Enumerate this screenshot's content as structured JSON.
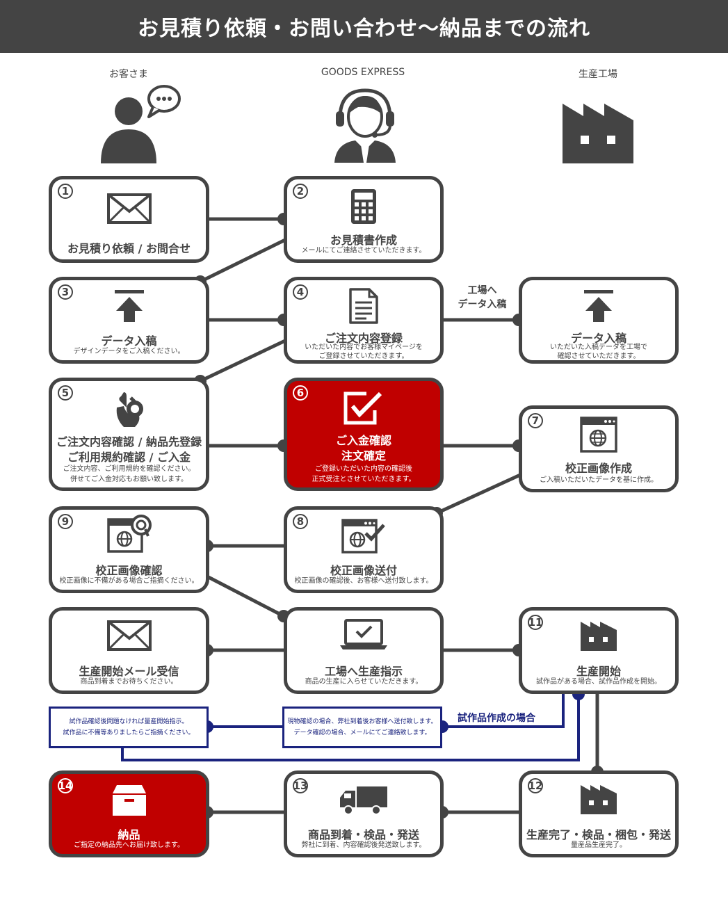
{
  "header": {
    "title": "お見積り依頼・お問い合わせ〜納品までの流れ"
  },
  "columns": {
    "customer": "お客さま",
    "company": "GOODS EXPRESS",
    "factory": "生産工場"
  },
  "steps": {
    "s1": {
      "num": "1",
      "title": "お見積り依頼 / お問合せ",
      "icon": "envelope-icon"
    },
    "s2": {
      "num": "2",
      "title": "お見積書作成",
      "sub": "メールにてご連絡させていただきます。",
      "icon": "calculator-icon"
    },
    "s3": {
      "num": "3",
      "title": "データ入稿",
      "sub": "デザインデータをご入稿ください。",
      "icon": "upload-icon"
    },
    "s4": {
      "num": "4",
      "title": "ご注文内容登録",
      "sub1": "いただいた内容でお客様マイページを",
      "sub2": "ご登録させていただきます。",
      "icon": "document-icon"
    },
    "s4b": {
      "title": "データ入稿",
      "sub1": "いただいた入稿データを工場で",
      "sub2": "確認させていただきます。",
      "icon": "upload-icon"
    },
    "s5": {
      "num": "5",
      "title1": "ご注文内容確認 / 納品先登録",
      "title2": "ご利用規約確認 / ご入金",
      "sub1": "ご注文内容、ご利用規約を確認ください。",
      "sub2": "併せてご入金対応もお願い致します。",
      "icon": "ok-hand-icon"
    },
    "s6": {
      "num": "6",
      "title1": "ご入金確認",
      "title2": "注文確定",
      "sub1": "ご登録いただいた内容の確認後",
      "sub2": "正式受注とさせていただきます。",
      "icon": "checkbox-icon"
    },
    "s7": {
      "num": "7",
      "title": "校正画像作成",
      "sub": "ご入稿いただいたデータを基に作成。",
      "icon": "web-globe-icon"
    },
    "s8": {
      "num": "8",
      "title": "校正画像送付",
      "sub": "校正画像の確認後、お客様へ送付致します。",
      "icon": "web-globe-check-icon"
    },
    "s9": {
      "num": "9",
      "title": "校正画像確認",
      "sub": "校正画像に不備がある場合ご指摘ください。",
      "icon": "web-globe-search-icon"
    },
    "s10a": {
      "title": "生産開始メール受信",
      "sub": "商品到着までお待ちください。",
      "icon": "envelope-icon"
    },
    "s10b": {
      "title": "工場へ生産指示",
      "sub": "商品の生産に入らせていただきます。",
      "icon": "laptop-icon"
    },
    "s11": {
      "num": "11",
      "title": "生産開始",
      "sub": "試作品がある場合、試作品作成を開始。",
      "icon": "factory-icon"
    },
    "s12": {
      "num": "12",
      "title": "生産完了・検品・梱包・発送",
      "sub": "量産品生産完了。",
      "icon": "factory-icon"
    },
    "s13": {
      "num": "13",
      "title": "商品到着・検品・発送",
      "sub": "弊社に到着、内容確認後発送致します。",
      "icon": "truck-icon"
    },
    "s14": {
      "num": "14",
      "title": "納品",
      "sub": "ご指定の納品先へお届け致します。",
      "icon": "box-icon"
    }
  },
  "notes": {
    "left1": "試作品確認後問題なければ量産開始指示。",
    "left2": "試作品に不備等ありましたらご指摘ください。",
    "mid1": "現物確認の場合、弊社到着後お客様へ送付致します。",
    "mid2": "データ確認の場合、メールにてご連絡致します。",
    "label": "試作品作成の場合"
  },
  "labels": {
    "factory1": "工場へ",
    "factory2": "データ入稿"
  },
  "colors": {
    "dark": "#444444",
    "red": "#c00000",
    "navy": "#1a237e"
  }
}
